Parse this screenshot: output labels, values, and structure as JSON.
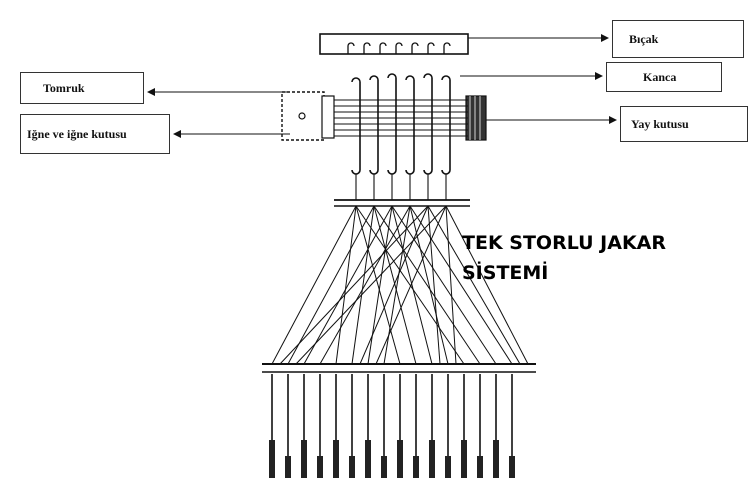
{
  "labels": {
    "bicak": "Bıçak",
    "kanca": "Kanca",
    "yay_kutusu": "Yay kutusu",
    "tomruk": "Tomruk",
    "igne_kutusu": "Iğne ve iğne kutusu"
  },
  "title": {
    "line1": "TEK STORLU JAKAR",
    "line2": "SİSTEMİ"
  },
  "colors": {
    "ink": "#111111",
    "background": "#ffffff"
  }
}
